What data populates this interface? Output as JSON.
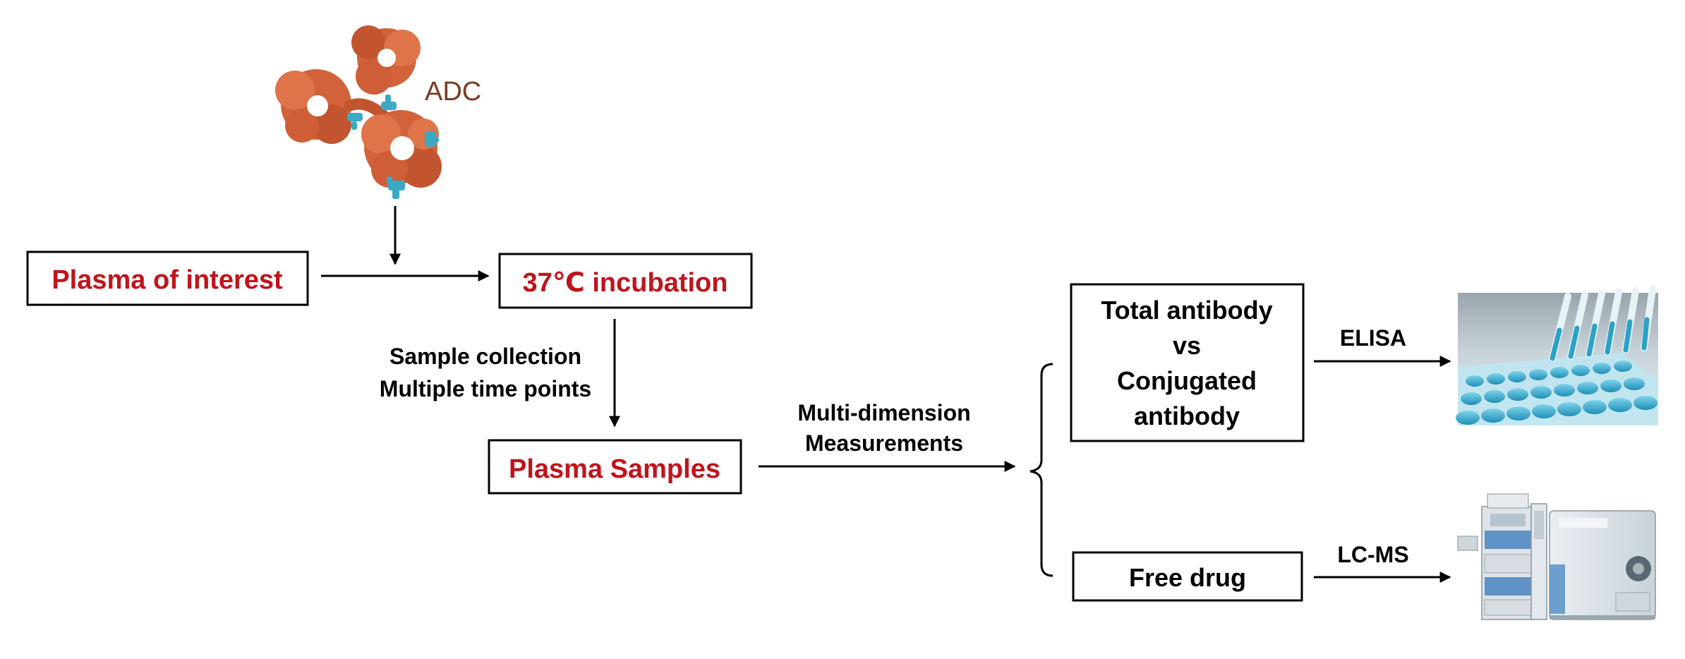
{
  "colors": {
    "accent_text": "#c0141c",
    "adc_label": "#7a3a22",
    "antibody": "#d2623a",
    "payload": "#3aaac4",
    "box_border": "#000000",
    "arrow": "#000000"
  },
  "molecule": {
    "label": "ADC",
    "icon": "antibody-drug-conjugate-icon"
  },
  "boxes": {
    "plasma_of_interest": "Plasma of interest",
    "incubation": "37℃ incubation",
    "plasma_samples": "Plasma Samples",
    "total_antibody": [
      "Total antibody",
      "vs",
      "Conjugated",
      "antibody"
    ],
    "free_drug": "Free drug"
  },
  "arrow_labels": {
    "sample_collection": [
      "Sample collection",
      "Multiple time points"
    ],
    "multi_dimension": [
      "Multi-dimension",
      "Measurements"
    ],
    "elisa": "ELISA",
    "lcms": "LC-MS"
  },
  "images": {
    "elisa_plate": "elisa-plate-pipette-icon",
    "lcms_instrument": "lc-ms-instrument-icon"
  }
}
